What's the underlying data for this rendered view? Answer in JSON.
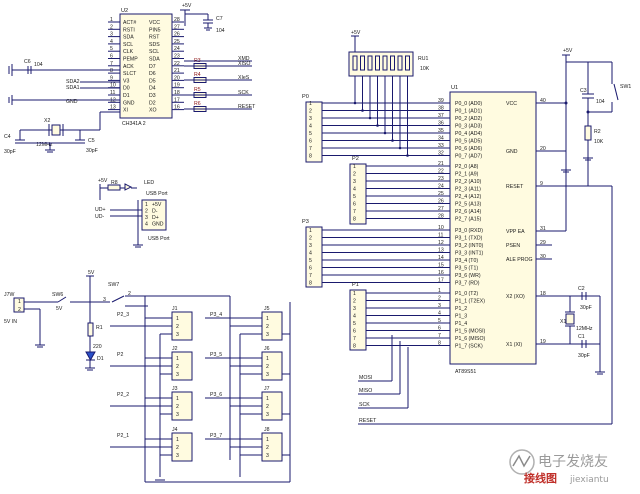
{
  "u2": {
    "ref": "U2",
    "part": "CH341A 2",
    "left_pins": [
      "ACT#",
      "RSTI",
      "SDA",
      "SCL",
      "CLK",
      "PEMP",
      "ACK",
      "SLCT",
      "V3",
      "D0",
      "D1",
      "GND",
      "XI"
    ],
    "right_pins": [
      "VCC",
      "PIN5",
      "RST",
      "SDS",
      "SCL",
      "SDA",
      "D7",
      "D6",
      "D5",
      "D4",
      "D3",
      "D2",
      "XO"
    ],
    "left_nums": [
      "1",
      "2",
      "3",
      "4",
      "5",
      "6",
      "7",
      "8",
      "9",
      "10",
      "11",
      "12",
      "13"
    ],
    "right_nums": [
      "28",
      "27",
      "26",
      "25",
      "24",
      "23",
      "22",
      "21",
      "20",
      "19",
      "18",
      "17",
      "16"
    ],
    "left_nets": [
      "SDA2",
      "SDA1",
      "GND"
    ],
    "right_nets": [
      "XMD",
      "XISO",
      "XIeS",
      "SCK",
      "RESET"
    ],
    "resistors": [
      "R3",
      "R4",
      "R5",
      "R6"
    ],
    "vcc": "+5V",
    "c7": {
      "ref": "C7",
      "val": "104"
    },
    "c6": {
      "ref": "C6",
      "val": "104"
    },
    "c4": {
      "ref": "C4",
      "val": "30pF"
    },
    "c5": {
      "ref": "C5",
      "val": "30pF"
    },
    "x2": {
      "ref": "X2",
      "val": "12MHz"
    }
  },
  "usb": {
    "vcc": "+5V",
    "r8": "R8",
    "led": "LED",
    "title": "USB Port",
    "pins": [
      "+5V",
      "D-",
      "D+",
      "GND"
    ],
    "nums": [
      "1",
      "2",
      "3",
      "4"
    ],
    "nets": [
      "UD+",
      "UD-"
    ]
  },
  "u1": {
    "ref": "U1",
    "part": "AT89S51",
    "p0_pins": [
      "P0_0 (AD0)",
      "P0_1 (AD1)",
      "P0_2 (AD2)",
      "P0_3 (AD3)",
      "P0_4 (AD4)",
      "P0_5 (AD5)",
      "P0_6 (AD6)",
      "P0_7 (AD7)"
    ],
    "p0_nums": [
      "39",
      "38",
      "37",
      "36",
      "35",
      "34",
      "33",
      "32"
    ],
    "p2_pins": [
      "P2_0 (A8)",
      "P2_1 (A9)",
      "P2_2 (A10)",
      "P2_3 (A11)",
      "P2_4 (A12)",
      "P2_5 (A13)",
      "P2_6 (A14)",
      "P2_7 (A15)"
    ],
    "p2_nums": [
      "21",
      "22",
      "23",
      "24",
      "25",
      "26",
      "27",
      "28"
    ],
    "p3_pins": [
      "P3_0 (RXD)",
      "P3_1 (TXD)",
      "P3_2 (INT0)",
      "P3_3 (INT1)",
      "P3_4 (T0)",
      "P3_5 (T1)",
      "P3_6 (WR)",
      "P3_7 (RD)"
    ],
    "p3_nums": [
      "10",
      "11",
      "12",
      "13",
      "14",
      "15",
      "16",
      "17"
    ],
    "p1_pins": [
      "P1_0 (T2)",
      "P1_1 (T2EX)",
      "P1_2",
      "P1_3",
      "P1_4",
      "P1_5 (MOSI)",
      "P1_6 (MISO)",
      "P1_7 (SCK)"
    ],
    "p1_nums": [
      "1",
      "2",
      "3",
      "4",
      "5",
      "6",
      "7",
      "8"
    ],
    "right_pins": [
      "VCC",
      "GND",
      "RESET",
      "VPP EA",
      "PSEN",
      "ALE PROG",
      "X2 (XO)",
      "X1 (XI)"
    ],
    "right_nums": [
      "40",
      "20",
      "9",
      "31",
      "29",
      "30",
      "18",
      "19"
    ]
  },
  "ports": {
    "p0": "P0",
    "p2": "P2",
    "p3": "P3",
    "p1": "P1",
    "p0nums": [
      "1",
      "2",
      "3",
      "4",
      "5",
      "6",
      "7",
      "8"
    ]
  },
  "ru1": {
    "ref": "RU1",
    "val": "10K",
    "vcc": "+5V"
  },
  "reset": {
    "vcc": "+5V",
    "c3": "C3",
    "c3v": "104",
    "r2": "R2",
    "r2v": "10K",
    "sw": "SW1"
  },
  "xtal": {
    "c1": "C1",
    "c1v": "30pF",
    "c2": "C2",
    "c2v": "30pF",
    "x1": "X1",
    "x1v": "12MHz"
  },
  "bottom_nets": [
    "MOSI",
    "MISO",
    "SCK",
    "RESET"
  ],
  "power": {
    "j_ref": "J7W",
    "j_label": "5V IN",
    "vcc": "5V",
    "sw6": "SW6",
    "sw6v": "5V",
    "sw7": "SW7",
    "r1": "R1",
    "r1v": "220",
    "d1": "D1",
    "jumpers_left": [
      "J1",
      "J2",
      "J3",
      "J4"
    ],
    "jumpers_right": [
      "J5",
      "J6",
      "J7",
      "J8"
    ],
    "left_nets": [
      "P2_3",
      "P2",
      "P2_2",
      "P2_1"
    ],
    "right_nets": [
      "P3_4",
      "P3_5",
      "P3_6",
      "P3_7"
    ]
  },
  "watermark": {
    "line1": "电子发烧友",
    "line2": "接线图",
    "site": "jiexiantu"
  }
}
